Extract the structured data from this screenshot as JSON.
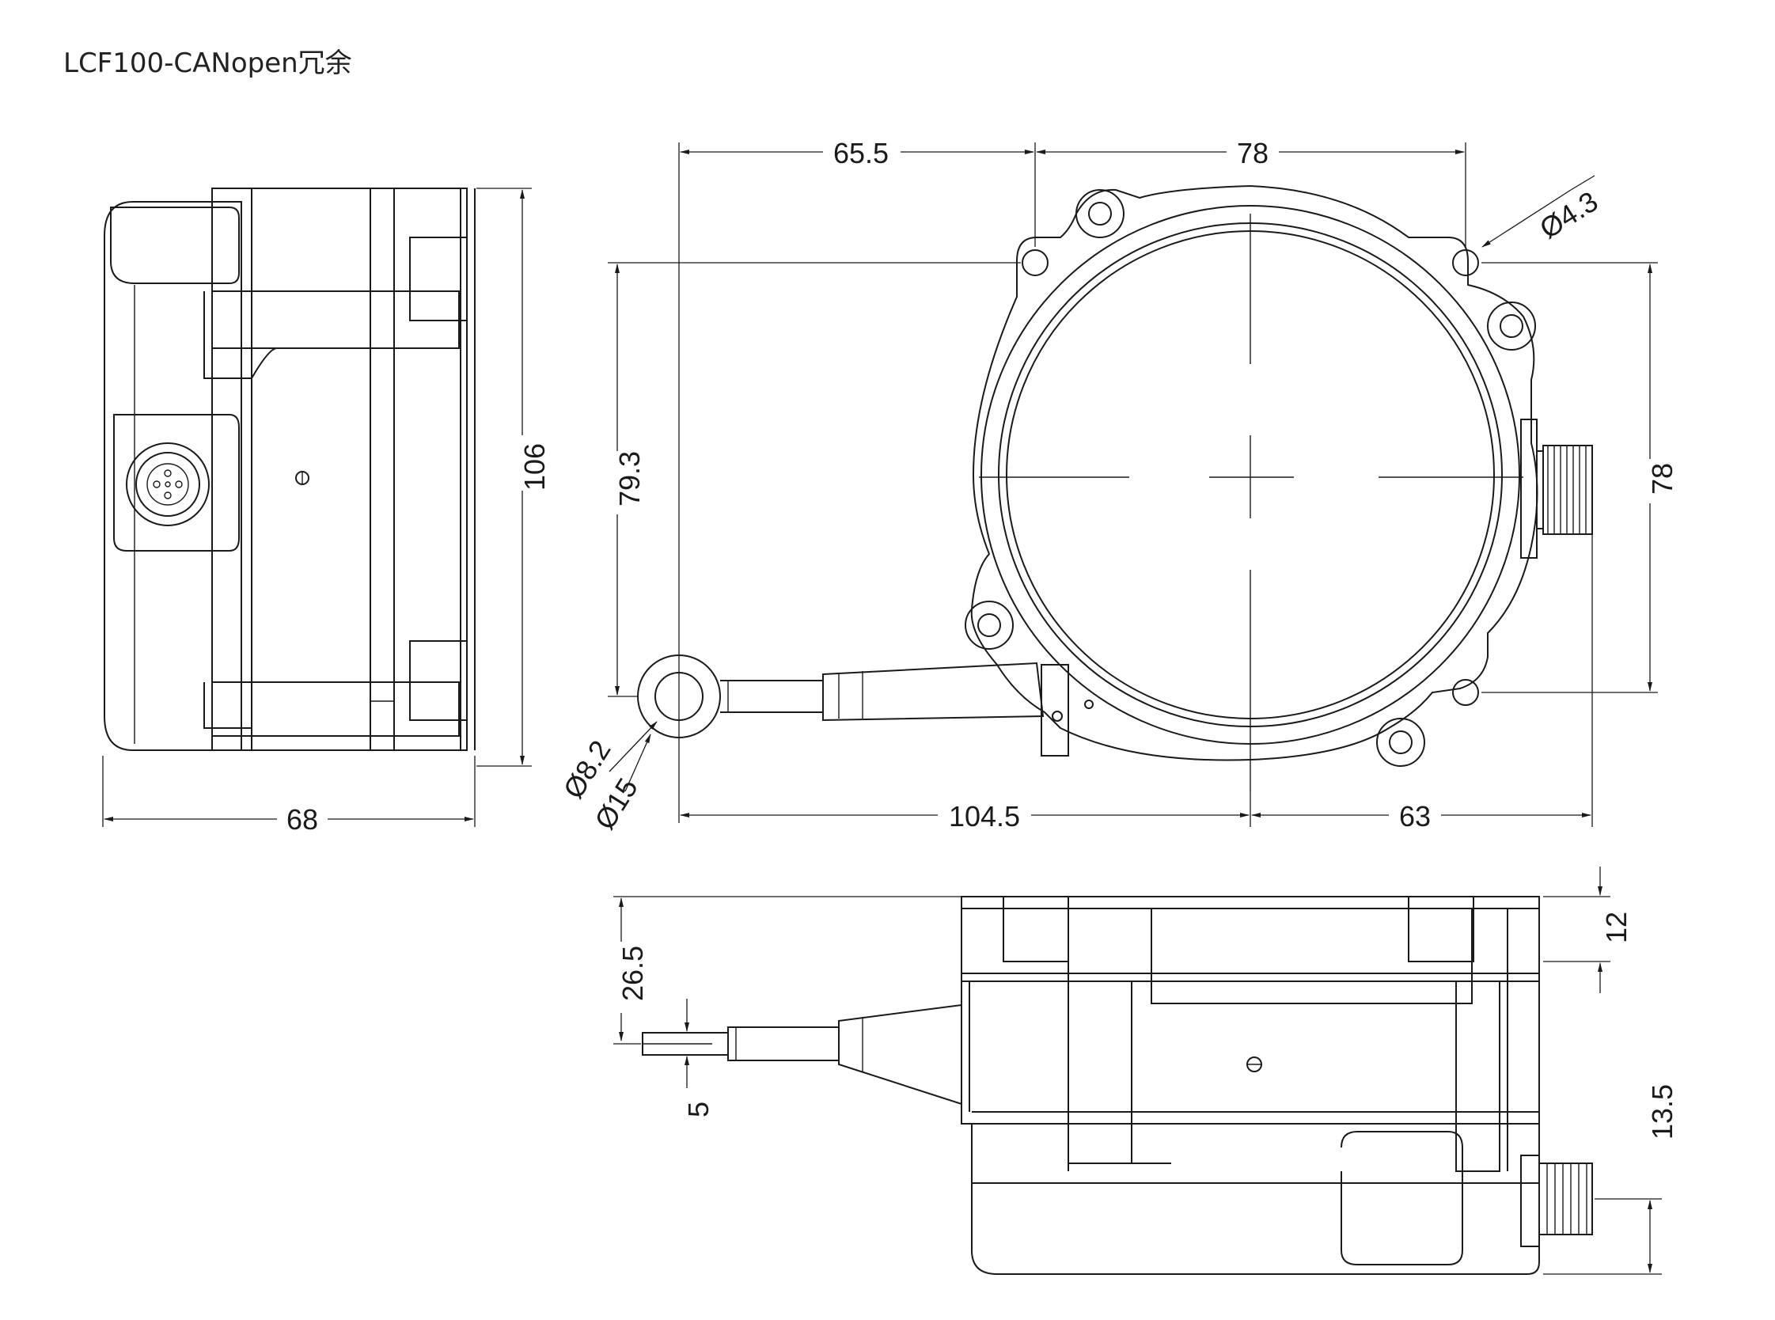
{
  "title": "LCF100-CANopen冗余",
  "dimensions": {
    "d65_5": "65.5",
    "d78_top": "78",
    "dia4_3": "Ø4.3",
    "d106": "106",
    "d79_3": "79.3",
    "d78_right": "78",
    "dia8_2": "Ø8.2",
    "dia15": "Ø15",
    "d68": "68",
    "d104_5": "104.5",
    "d63": "63",
    "d26_5": "26.5",
    "d12": "12",
    "d5": "5",
    "d13_5": "13.5"
  }
}
